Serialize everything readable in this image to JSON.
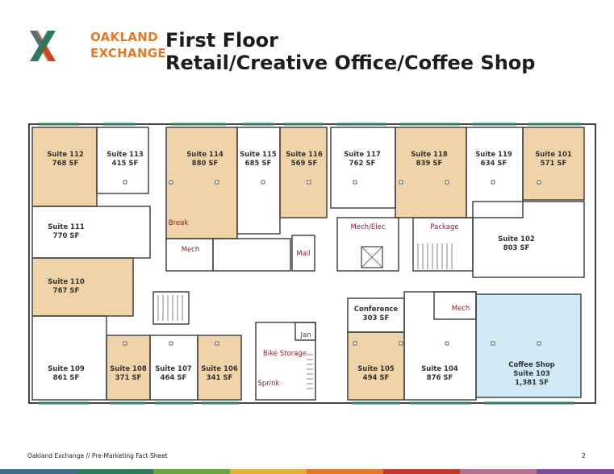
{
  "brand": {
    "line1": "OAKLAND",
    "line2": "EXCHANGE"
  },
  "title": {
    "line1": "First Floor",
    "line2": "Retail/Creative Office/Coffee Shop"
  },
  "rooms": {
    "suite112": {
      "name": "Suite 112",
      "area": "768 SF"
    },
    "suite113": {
      "name": "Suite 113",
      "area": "415 SF"
    },
    "suite114": {
      "name": "Suite 114",
      "area": "880 SF"
    },
    "suite115": {
      "name": "Suite 115",
      "area": "685 SF"
    },
    "suite116": {
      "name": "Suite 116",
      "area": "569 SF"
    },
    "suite117": {
      "name": "Suite 117",
      "area": "762 SF"
    },
    "suite118": {
      "name": "Suite 118",
      "area": "839 SF"
    },
    "suite119": {
      "name": "Suite 119",
      "area": "634 SF"
    },
    "suite101": {
      "name": "Suite 101",
      "area": "571 SF"
    },
    "suite111": {
      "name": "Suite 111",
      "area": "770 SF"
    },
    "suite102": {
      "name": "Suite 102",
      "area": "803 SF"
    },
    "suite110": {
      "name": "Suite 110",
      "area": "767 SF"
    },
    "suite109": {
      "name": "Suite 109",
      "area": "861 SF"
    },
    "suite108": {
      "name": "Suite 108",
      "area": "371 SF"
    },
    "suite107": {
      "name": "Suite 107",
      "area": "464 SF"
    },
    "suite106": {
      "name": "Suite 106",
      "area": "341 SF"
    },
    "suite105": {
      "name": "Suite 105",
      "area": "494 SF"
    },
    "suite104": {
      "name": "Suite 104",
      "area": "876 SF"
    },
    "conference": {
      "name": "Conference",
      "area": "303 SF"
    },
    "coffee": {
      "name": "Coffee Shop",
      "suite": "Suite 103",
      "area": "1,381 SF"
    }
  },
  "service_labels": {
    "break": "Break",
    "mech_left": "Mech",
    "mail": "Mail",
    "mech_elec": "Mech/Elec",
    "package": "Package",
    "mech_right": "Mech",
    "jan": "Jan",
    "bike_storage": "Bike Storage",
    "sprink": "Sprink"
  },
  "footer": {
    "text": "Oakland Exchange  //  Pre-Marketing Fact Sheet",
    "page": "2"
  },
  "colors": {
    "tan": "#f1d3a9",
    "blue": "#cfeaf4",
    "wall": "#444444",
    "label_red": "#8b1e2b",
    "window_green": "#2e7d5b",
    "brand_orange": "#e07a2a",
    "title": "#1d1d1b",
    "stripes": [
      "#3f6b8a",
      "#2f7a5a",
      "#6aa343",
      "#e3b23c",
      "#e07a2a",
      "#c0392b",
      "#b76f8f",
      "#7a4f9a"
    ]
  }
}
